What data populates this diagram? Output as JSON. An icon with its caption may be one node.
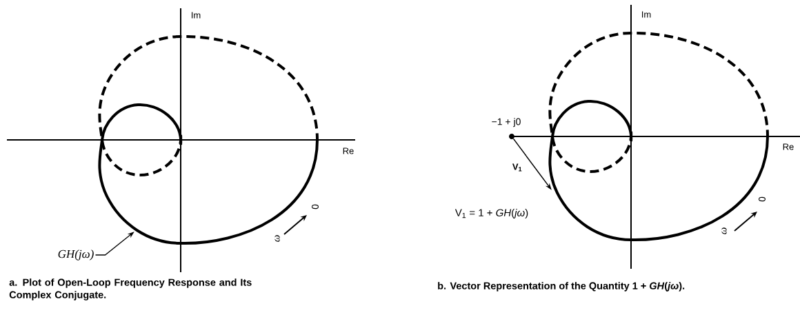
{
  "diagram": {
    "nodes": [
      {
        "text": [
          "GH(jω)"
        ]
      },
      {
        "text": [],
        "shape": "circle",
        "beside": [
          "−1 + j0"
        ]
      },
      {
        "text": [],
        "shape": "curve"
      },
      {
        "text": [],
        "shape": "curve"
      }
    ],
    "edges": [
      {
        "from": 0,
        "to": 2,
        "arrow": "to"
      },
      {
        "from": 1,
        "to": 3,
        "arrow": "to",
        "label": "V$_{1}$"
      }
    ],
    "labels": [
      "Im",
      "Re",
      "ω",
      "0",
      "a. Plot of Open-Loop Frequency Response and Its Complex Conjugate.",
      "Im",
      "Re",
      "V$_{1}$ = 1 + *GH*(*jω*)",
      "ω",
      "0",
      "b. Vector Representation of the Quantity 1 + *GH*(*jω*)."
    ]
  }
}
